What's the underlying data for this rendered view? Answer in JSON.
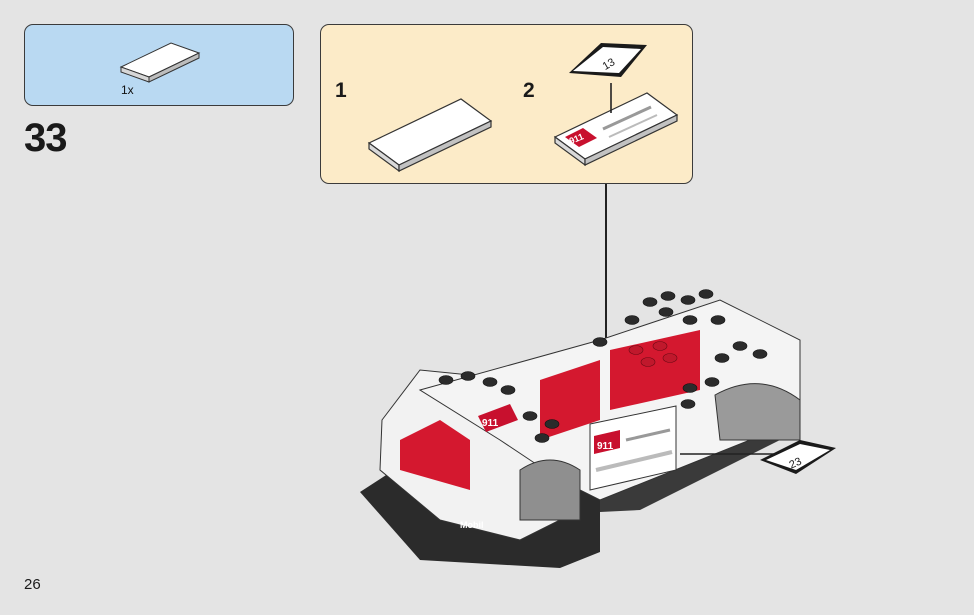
{
  "parts_list": {
    "count": "1x"
  },
  "step": {
    "number": "33"
  },
  "substeps": [
    {
      "label": "1"
    },
    {
      "label": "2"
    }
  ],
  "stickers": {
    "top_ref": "13",
    "side_ref": "23",
    "number_text": "911",
    "brand_text": "Mobil"
  },
  "page": {
    "number": "26"
  },
  "colors": {
    "parts_bg": "#b9d9f2",
    "substep_bg": "#fcebc8",
    "page_bg": "#e4e4e4"
  }
}
